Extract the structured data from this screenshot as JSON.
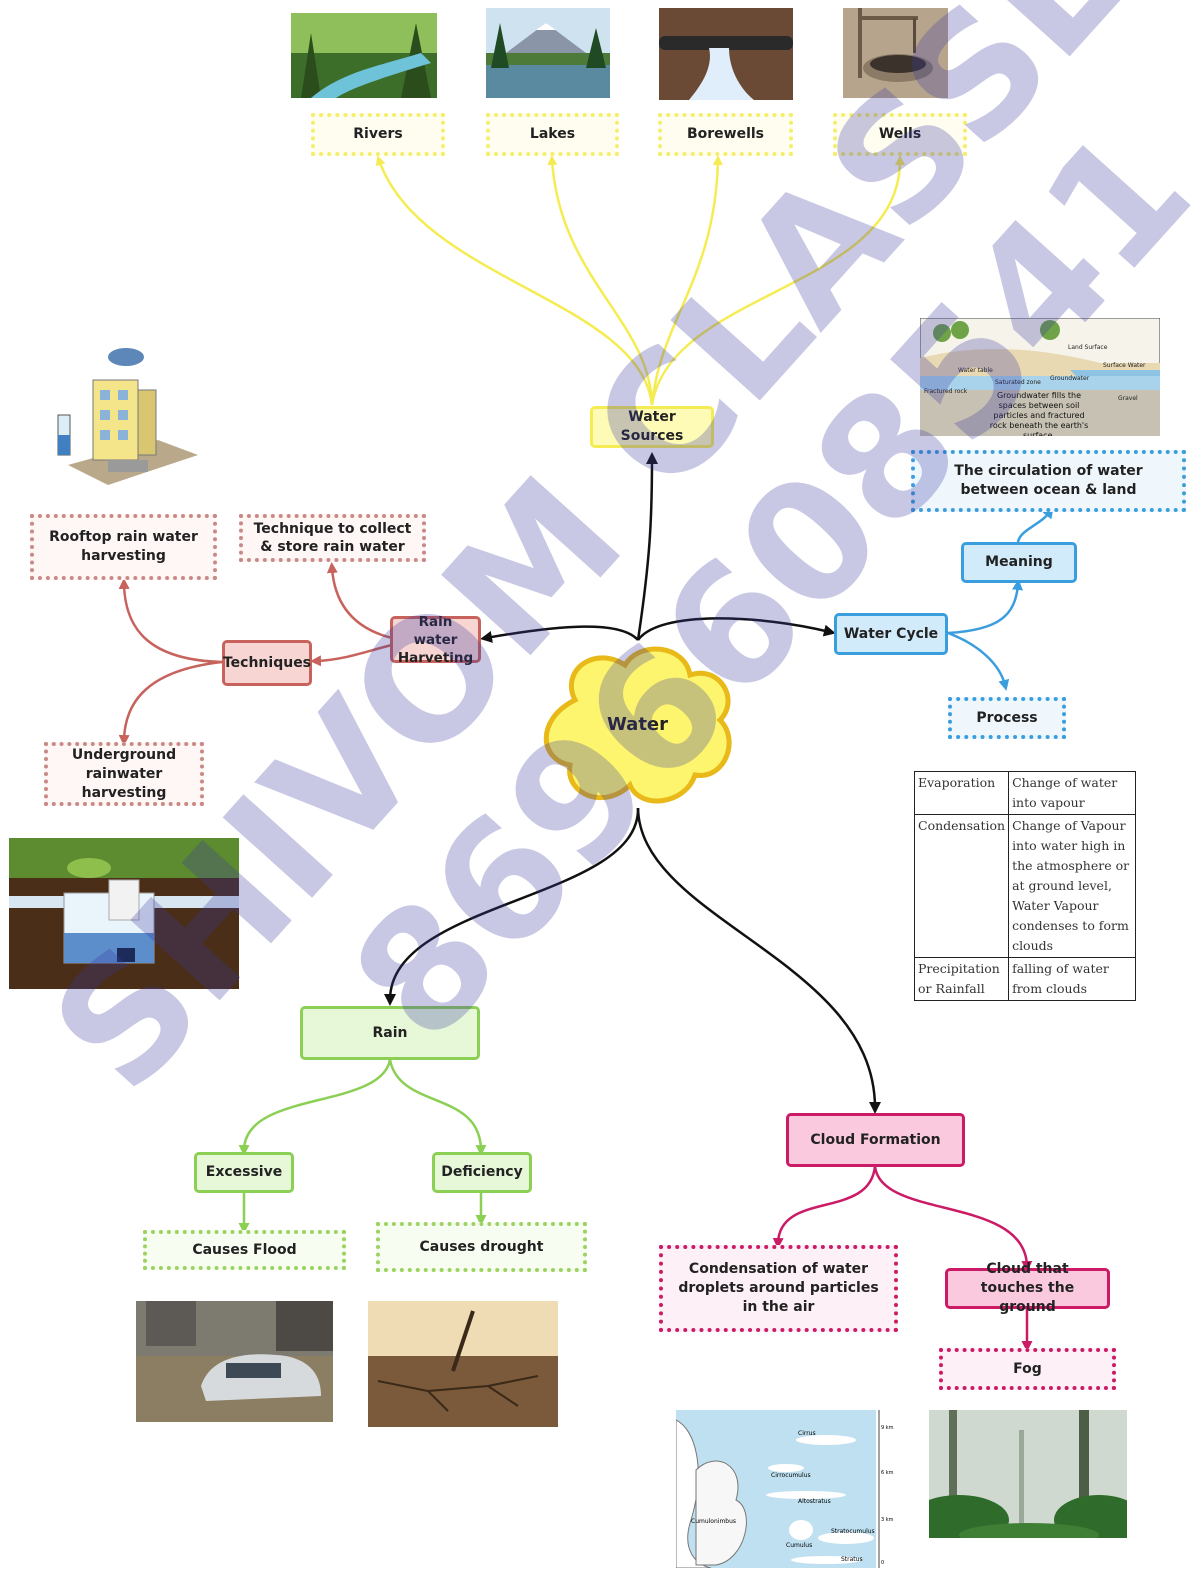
{
  "center": {
    "label": "Water"
  },
  "water_sources": {
    "label": "Water Sources",
    "items": [
      "Rivers",
      "Lakes",
      "Borewells",
      "Wells"
    ]
  },
  "rain_water_harvesting": {
    "label": "Rain water Harveting",
    "meaning": "Technique to collect & store rain water",
    "techniques": {
      "label": "Techniques",
      "items": [
        "Rooftop rain water harvesting",
        "Underground rainwater harvesting"
      ]
    }
  },
  "water_cycle": {
    "label": "Water Cycle",
    "meaning_label": "Meaning",
    "meaning_text": "The circulation of water between ocean & land",
    "process_label": "Process",
    "process_table": [
      {
        "term": "Evaporation",
        "desc": "Change of water into vapour"
      },
      {
        "term": "Condensation",
        "desc": "Change of Vapour into water high in the atmosphere or at ground level, Water Vapour condenses to form clouds"
      },
      {
        "term": "Precipitation or Rainfall",
        "desc": "falling of water from clouds"
      }
    ],
    "groundwater_caption": "Groundwater fills the spaces between soil particles and fractured rock beneath the earth's surface.",
    "groundwater_labels": {
      "land_surface": "Land Surface",
      "surface_water": "Surface Water",
      "water_table": "Water table",
      "groundwater": "Groundwater",
      "saturated": "Saturated zone",
      "fractured": "Fractured rock",
      "gravel": "Gravel"
    }
  },
  "rain": {
    "label": "Rain",
    "excessive": {
      "label": "Excessive",
      "effect": "Causes Flood"
    },
    "deficiency": {
      "label": "Deficiency",
      "effect": "Causes drought"
    }
  },
  "cloud_formation": {
    "label": "Cloud Formation",
    "condensation": "Condensation of water droplets around particles in the air",
    "touches_ground": "Cloud that touches the ground",
    "fog": "Fog",
    "cloud_types": [
      "Cirrus",
      "Cirrocumulus",
      "Altostratus",
      "Cumulonimbus",
      "Stratocumulus",
      "Cumulus",
      "Stratus"
    ],
    "altitudes": [
      "9 km",
      "6 km",
      "3 km",
      "0"
    ]
  },
  "watermark": {
    "line1": "SHIVOM CLASSES",
    "line2": "8696608541"
  },
  "colors": {
    "yellow": "#f5ec53",
    "red": "#c8625c",
    "blue": "#3a9ede",
    "green": "#8ccf55",
    "pink": "#cc1b66",
    "black": "#111111"
  },
  "icons": [
    "rooftop-harvesting-illustration",
    "underground-tank-illustration",
    "forest-river-photo",
    "lake-photo",
    "borewell-photo",
    "well-photo",
    "flood-photo",
    "drought-photo",
    "cloud-chart",
    "fog-forest-photo",
    "groundwater-diagram"
  ]
}
